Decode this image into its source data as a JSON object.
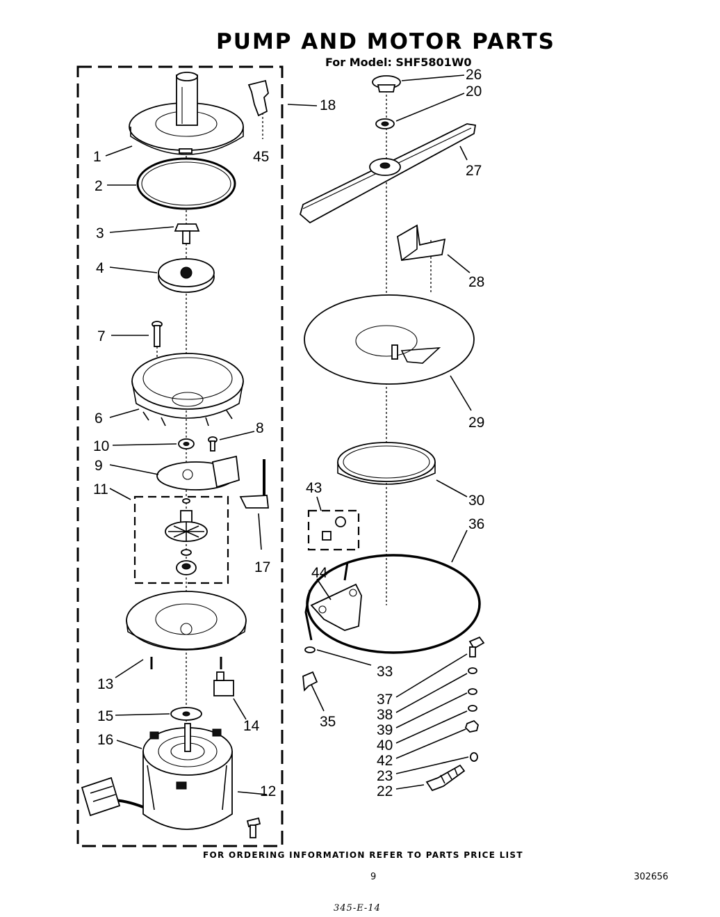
{
  "header": {
    "title": "PUMP AND MOTOR PARTS",
    "model": "For Model: SHF5801W0"
  },
  "footer": {
    "ordering_note": "FOR ORDERING INFORMATION REFER TO PARTS PRICE LIST",
    "page_number": "9",
    "document_number": "302656",
    "handwritten_note": "345-E-14"
  },
  "callouts": [
    "1",
    "2",
    "3",
    "4",
    "7",
    "6",
    "10",
    "8",
    "9",
    "11",
    "17",
    "13",
    "14",
    "15",
    "16",
    "12",
    "18",
    "45",
    "26",
    "20",
    "27",
    "28",
    "29",
    "30",
    "43",
    "36",
    "44",
    "33",
    "35",
    "37",
    "38",
    "39",
    "40",
    "42",
    "23",
    "22"
  ]
}
